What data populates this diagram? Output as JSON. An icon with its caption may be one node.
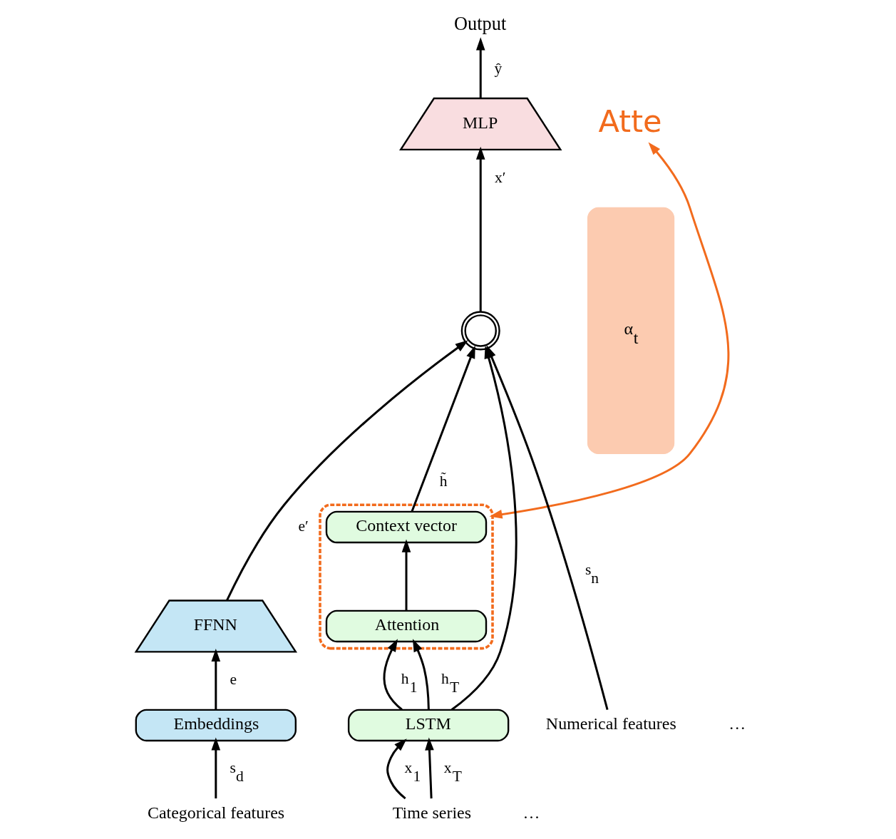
{
  "diagram": {
    "nodes": [
      {
        "text": [
          "Output"
        ]
      },
      {
        "text": [
          "MLP"
        ]
      },
      {
        "text": [],
        "shape": "circle"
      },
      {
        "text": [
          "FFNN"
        ]
      },
      {
        "text": [],
        "shape": "box"
      },
      {
        "text": [
          "Context vector"
        ],
        "in": 4
      },
      {
        "text": [
          "Attention"
        ],
        "in": 4
      },
      {
        "text": [
          "Embeddings"
        ]
      },
      {
        "text": [
          "LSTM"
        ]
      },
      {
        "text": [
          "Categorical features"
        ]
      },
      {
        "text": [
          "Time series"
        ]
      },
      {
        "text": [
          "Numerical features"
        ]
      },
      {
        "text": [
          "Atte"
        ]
      },
      {
        "text": [
          "α$_{t}$"
        ]
      }
    ],
    "edges": [
      {
        "from": 1,
        "to": 0,
        "arrow": "to",
        "label": "ŷ"
      },
      {
        "from": 2,
        "to": 1,
        "arrow": "to",
        "label": "x′"
      },
      {
        "from": 3,
        "to": 2,
        "arrow": "to",
        "label": "e′"
      },
      {
        "from": 5,
        "to": 2,
        "arrow": "to",
        "label": "h̃"
      },
      {
        "from": 11,
        "to": 2,
        "arrow": "to",
        "label": "s$_{n}$"
      },
      {
        "from": 8,
        "to": 2,
        "arrow": "to"
      },
      {
        "from": 6,
        "to": 5,
        "arrow": "to"
      },
      {
        "from": 8,
        "to": 6,
        "arrow": "to",
        "label": "h$_{1}$"
      },
      {
        "from": 8,
        "to": 6,
        "arrow": "to",
        "label": "h$_{T}$"
      },
      {
        "from": 7,
        "to": 3,
        "arrow": "to",
        "label": "e"
      },
      {
        "from": 9,
        "to": 7,
        "arrow": "to",
        "label": "s$_{d}$"
      },
      {
        "from": 10,
        "to": 8,
        "arrow": "to",
        "label": "x$_{1}$"
      },
      {
        "from": 10,
        "to": 8,
        "arrow": "to",
        "label": "x$_{T}$"
      },
      {
        "from": 4,
        "to": 12,
        "arrow": "both",
        "color": "#f26b1d"
      }
    ],
    "labels": [
      "…",
      "…"
    ]
  }
}
